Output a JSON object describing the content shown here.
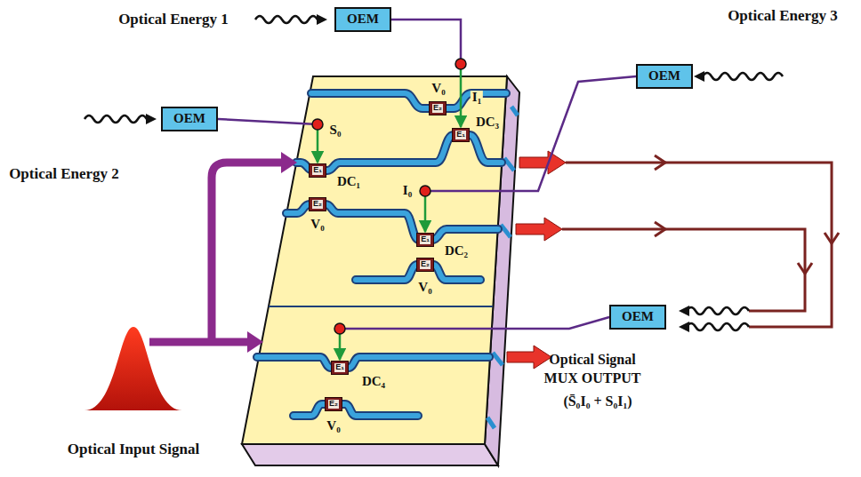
{
  "diagram": {
    "nodes": [
      {
        "text": [
          "OEM"
        ]
      },
      {
        "text": [
          "OEM"
        ]
      },
      {
        "text": [
          "OEM"
        ]
      },
      {
        "text": [
          "E₂"
        ]
      },
      {
        "text": [
          "E₁"
        ]
      },
      {
        "text": [
          "E₁"
        ]
      },
      {
        "text": [
          "E₂"
        ]
      },
      {
        "text": [
          "E₁"
        ]
      },
      {
        "text": [
          "E₂"
        ]
      },
      {
        "text": [
          "OEM"
        ]
      },
      {
        "text": [
          "E₁"
        ]
      },
      {
        "text": [
          "E₂"
        ]
      }
    ],
    "edges": [
      {
        "from": 0,
        "to": 4,
        "arrow": "to"
      },
      {
        "from": 2,
        "to": 5,
        "arrow": "to"
      },
      {
        "from": 1,
        "to": 7,
        "arrow": "to"
      },
      {
        "from": 9,
        "to": 10,
        "arrow": "to"
      }
    ],
    "labels": [
      "Optical Energy 1",
      "Optical Energy 2",
      "Optical Energy 3",
      "I₁",
      "S₀",
      "V₀",
      "DC₃",
      "DC₁",
      "V₀",
      "I₀",
      "DC₂",
      "V₀",
      "DC₄",
      "V₀",
      "Optical Signal",
      "MUX OUTPUT",
      "(S̄₀I₀ + S₀I₁)",
      "Optical Input Signal"
    ]
  }
}
